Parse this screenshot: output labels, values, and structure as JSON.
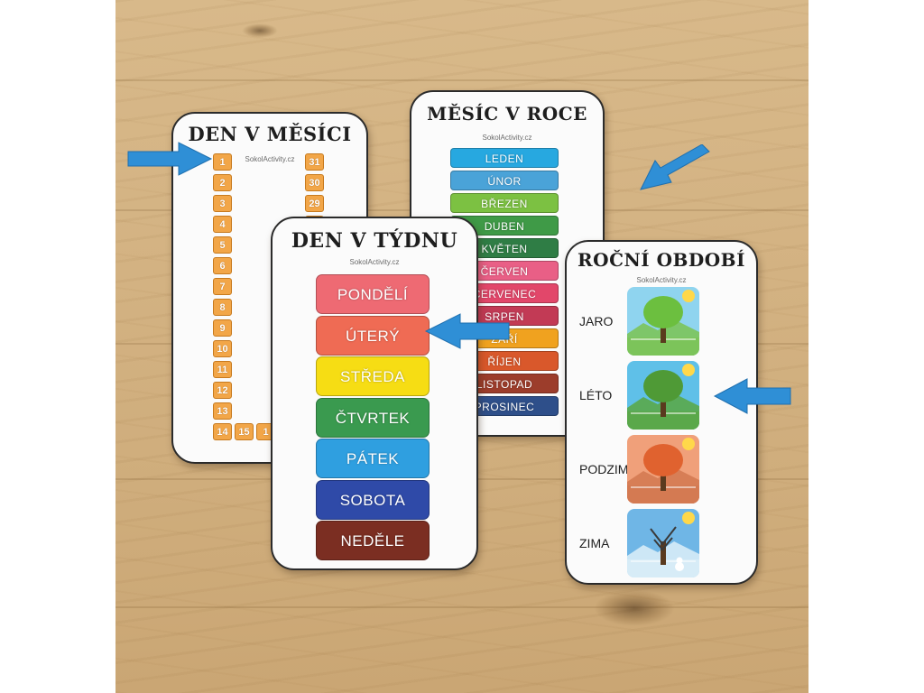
{
  "cards": {
    "month_day": {
      "title": "DEN V MĚSÍCI",
      "brand": "SokolActivity.cz",
      "left_days": [
        "1",
        "2",
        "3",
        "4",
        "5",
        "6",
        "7",
        "8",
        "9",
        "10",
        "11",
        "12",
        "13"
      ],
      "bottom_days": [
        "14",
        "15",
        "1"
      ],
      "right_days": [
        "31",
        "30",
        "29",
        "2"
      ]
    },
    "year_month": {
      "title": "MĚSÍC V ROCE",
      "brand": "SokolActivity.cz",
      "months": [
        {
          "label": "LEDEN",
          "color": "#27a8e0"
        },
        {
          "label": "ÚNOR",
          "color": "#4aa3d8"
        },
        {
          "label": "BŘEZEN",
          "color": "#7cc142"
        },
        {
          "label": "DUBEN",
          "color": "#3f9a47"
        },
        {
          "label": "KVĚTEN",
          "color": "#2f7d45"
        },
        {
          "label": "ČERVEN",
          "color": "#e95f86"
        },
        {
          "label": "ČERVENEC",
          "color": "#e2476a"
        },
        {
          "label": "SRPEN",
          "color": "#c23a55"
        },
        {
          "label": "ZÁŘÍ",
          "color": "#f0a21f"
        },
        {
          "label": "ŘÍJEN",
          "color": "#d9582b"
        },
        {
          "label": "LISTOPAD",
          "color": "#9c3d2b"
        },
        {
          "label": "PROSINEC",
          "color": "#2e4f8a"
        }
      ]
    },
    "week_day": {
      "title": "DEN V TÝDNU",
      "brand": "SokolActivity.cz",
      "days": [
        {
          "label": "PONDĚLÍ",
          "color": "#ee6a73"
        },
        {
          "label": "ÚTERÝ",
          "color": "#ef6b54"
        },
        {
          "label": "STŘEDA",
          "color": "#f6dd14"
        },
        {
          "label": "ČTVRTEK",
          "color": "#3a9a4f"
        },
        {
          "label": "PÁTEK",
          "color": "#2f9fe0"
        },
        {
          "label": "SOBOTA",
          "color": "#2f4aa8"
        },
        {
          "label": "NEDĚLE",
          "color": "#7b2e22"
        }
      ]
    },
    "seasons": {
      "title": "ROČNÍ OBDOBÍ",
      "brand": "SokolActivity.cz",
      "items": [
        {
          "label": "JARO",
          "sky": "#8fd4ef",
          "ground": "#7cc45a",
          "tree": "#6cbf3f"
        },
        {
          "label": "LÉTO",
          "sky": "#5fc0e8",
          "ground": "#5aa84a",
          "tree": "#4f9a36"
        },
        {
          "label": "PODZIM",
          "sky": "#f0a07a",
          "ground": "#d47a52",
          "tree": "#e0622f"
        },
        {
          "label": "ZIMA",
          "sky": "#6fb6e6",
          "ground": "#d7ecf7",
          "tree": "#3a3a3a"
        }
      ]
    }
  },
  "colors": {
    "arrow": "#2f8fd6",
    "card_border": "#2b2b2b",
    "day_cell": "#f2a648"
  }
}
